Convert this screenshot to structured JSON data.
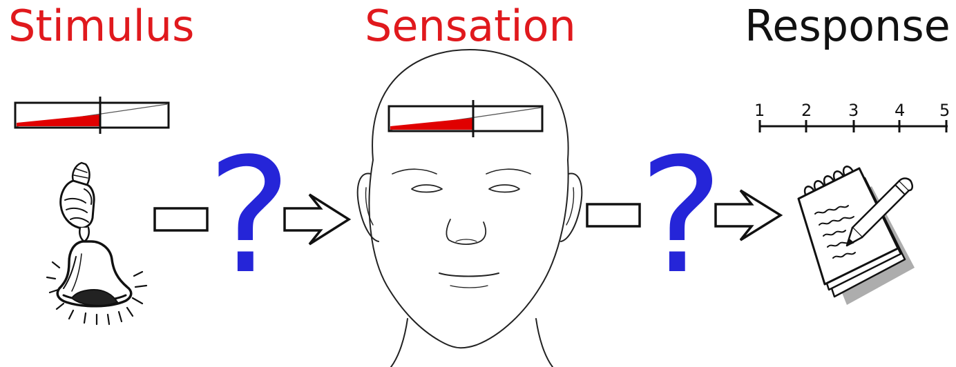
{
  "titles": {
    "stimulus": "Stimulus",
    "sensation": "Sensation",
    "response": "Response"
  },
  "question_mark": "?",
  "response_scale": [
    "1",
    "2",
    "3",
    "4",
    "5"
  ],
  "colors": {
    "red_text": "#e0191d",
    "black_text": "#111111",
    "question_blue": "#2525d8",
    "meter_fill": "#e00000"
  },
  "meters": {
    "stimulus_level": 0.55,
    "sensation_level": 0.55
  },
  "icons": {
    "stimulus": "ringing-bell-icon",
    "sensation": "face-icon",
    "response": "notepad-pencil-icon"
  }
}
